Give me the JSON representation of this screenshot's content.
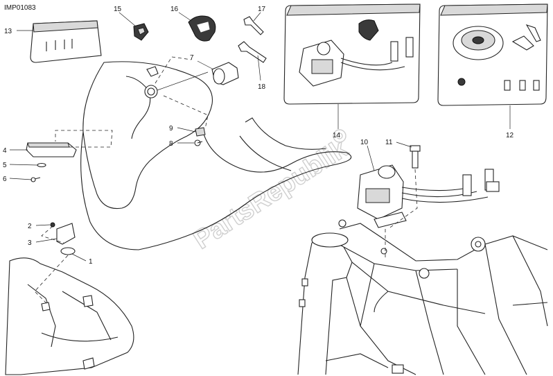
{
  "diagram_code": "IMP01083",
  "watermark": "PartsRepublik",
  "callouts": [
    "1",
    "2",
    "3",
    "4",
    "5",
    "6",
    "7",
    "8",
    "9",
    "10",
    "11",
    "12",
    "13",
    "14",
    "15",
    "16",
    "17",
    "18"
  ]
}
